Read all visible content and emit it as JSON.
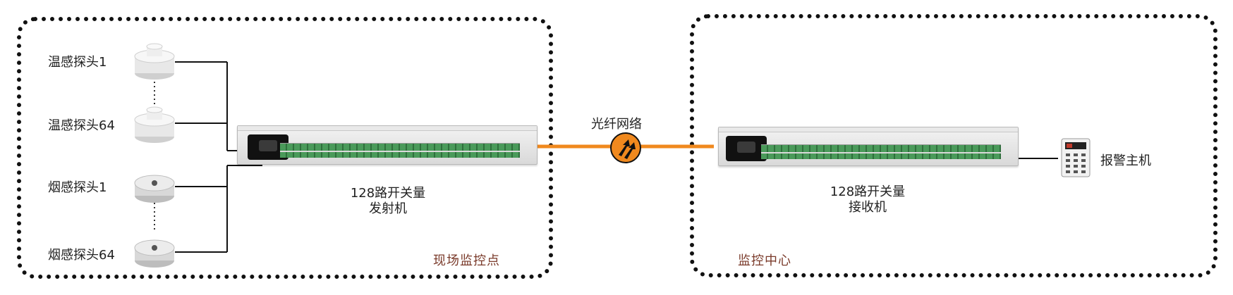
{
  "sensors": {
    "heat_1": "温感探头1",
    "heat_64": "温感探头64",
    "smoke_1": "烟感探头1",
    "smoke_64": "烟感探头64"
  },
  "transmitter": {
    "line1": "128路开关量",
    "line2": "发射机"
  },
  "receiver": {
    "line1": "128路开关量",
    "line2": "接收机"
  },
  "network": {
    "label": "光纤网络"
  },
  "alarm": {
    "label": "报警主机"
  },
  "zones": {
    "field": "现场监控点",
    "center": "监控中心"
  },
  "colors": {
    "fiber": "#f0891e",
    "border": "#111111",
    "zone_label": "#7a3a2a"
  }
}
